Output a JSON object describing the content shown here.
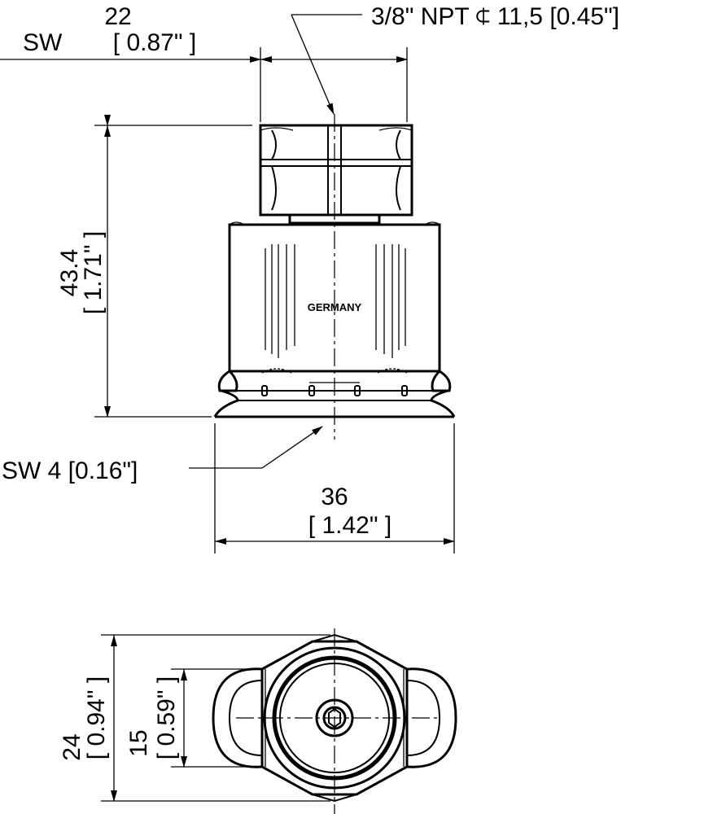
{
  "drawing": {
    "thread": {
      "label": "3/8\" NPT ⍧ 11,5 [0.45\"]"
    },
    "hex_width": {
      "prefix": "SW",
      "value": "22",
      "value_in": "[ 0.87\" ]"
    },
    "height": {
      "value": "43.4",
      "value_in": "[ 1.71\" ]"
    },
    "hex_socket": {
      "label": "SW 4 [0.16\"]"
    },
    "diameter": {
      "value": "36",
      "value_in": "[ 1.42\" ]"
    },
    "bottom_outer": {
      "value": "24",
      "value_in": "[ 0.94\" ]"
    },
    "bottom_inner": {
      "value": "15",
      "value_in": "[ 0.59\" ]"
    },
    "marking": {
      "text": "GERMANY"
    }
  }
}
